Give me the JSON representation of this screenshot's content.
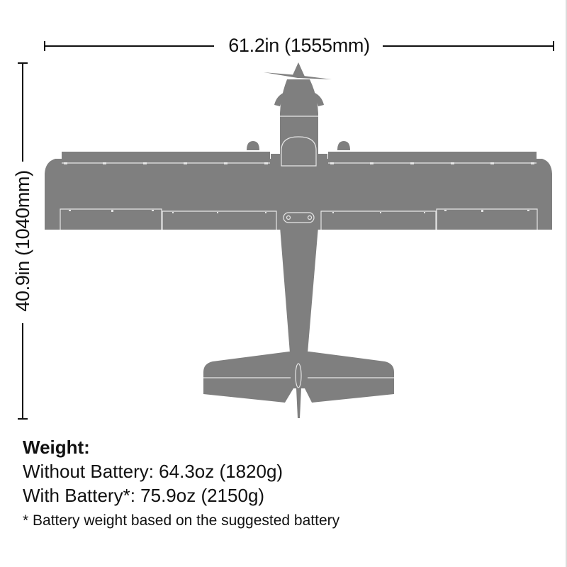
{
  "dimensions": {
    "wingspan_label": "61.2in (1555mm)",
    "length_label": "40.9in (1040mm)"
  },
  "diagram": {
    "subject": "airplane-top-view",
    "fill_color": "#7f7f7f",
    "line_color": "#e6e6e6",
    "dimension_color": "#111111"
  },
  "weight": {
    "title": "Weight:",
    "without_battery": "Without Battery: 64.3oz (1820g)",
    "with_battery": "With Battery*: 75.9oz (2150g)",
    "footnote": "* Battery weight based on the suggested battery"
  }
}
